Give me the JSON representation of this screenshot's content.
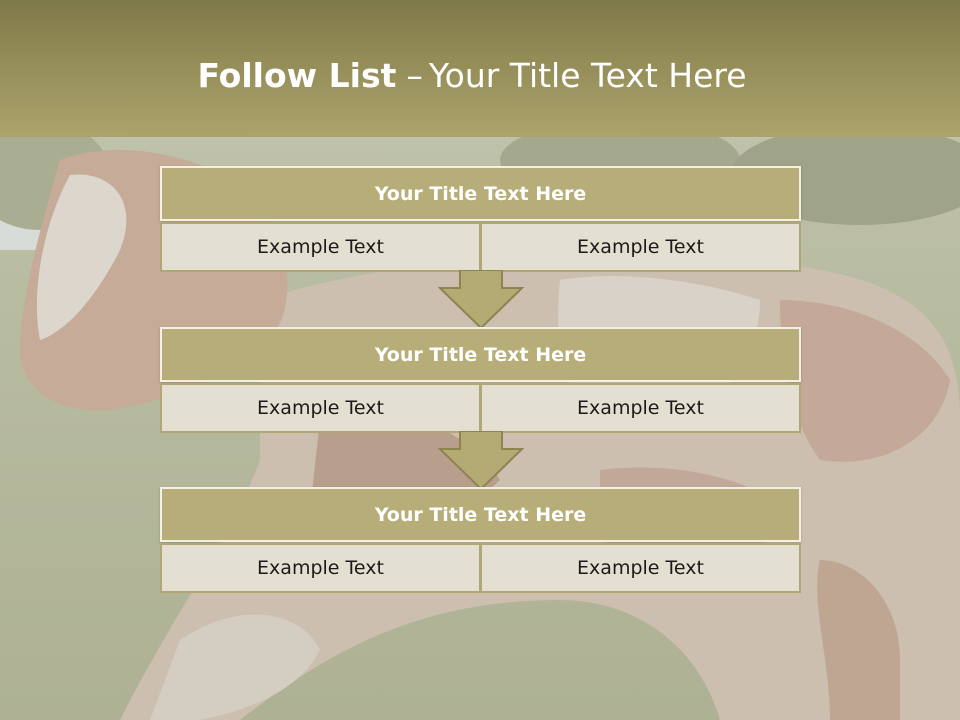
{
  "slide": {
    "title_bold": "Follow List",
    "title_dash": "–",
    "title_rest": "Your Title Text Here"
  },
  "steps": [
    {
      "title": "Your Title Text Here",
      "left": "Example Text",
      "right": "Example Text"
    },
    {
      "title": "Your Title Text Here",
      "left": "Example Text",
      "right": "Example Text"
    },
    {
      "title": "Your Title Text Here",
      "left": "Example Text",
      "right": "Example Text"
    }
  ],
  "colors": {
    "title_band": "#948d58",
    "block_title": "#b7ad79",
    "cell_fill": "#e3e0d1",
    "arrow_fill": "#b4aa74"
  },
  "icons": [
    "down-arrow-icon",
    "down-arrow-icon"
  ]
}
